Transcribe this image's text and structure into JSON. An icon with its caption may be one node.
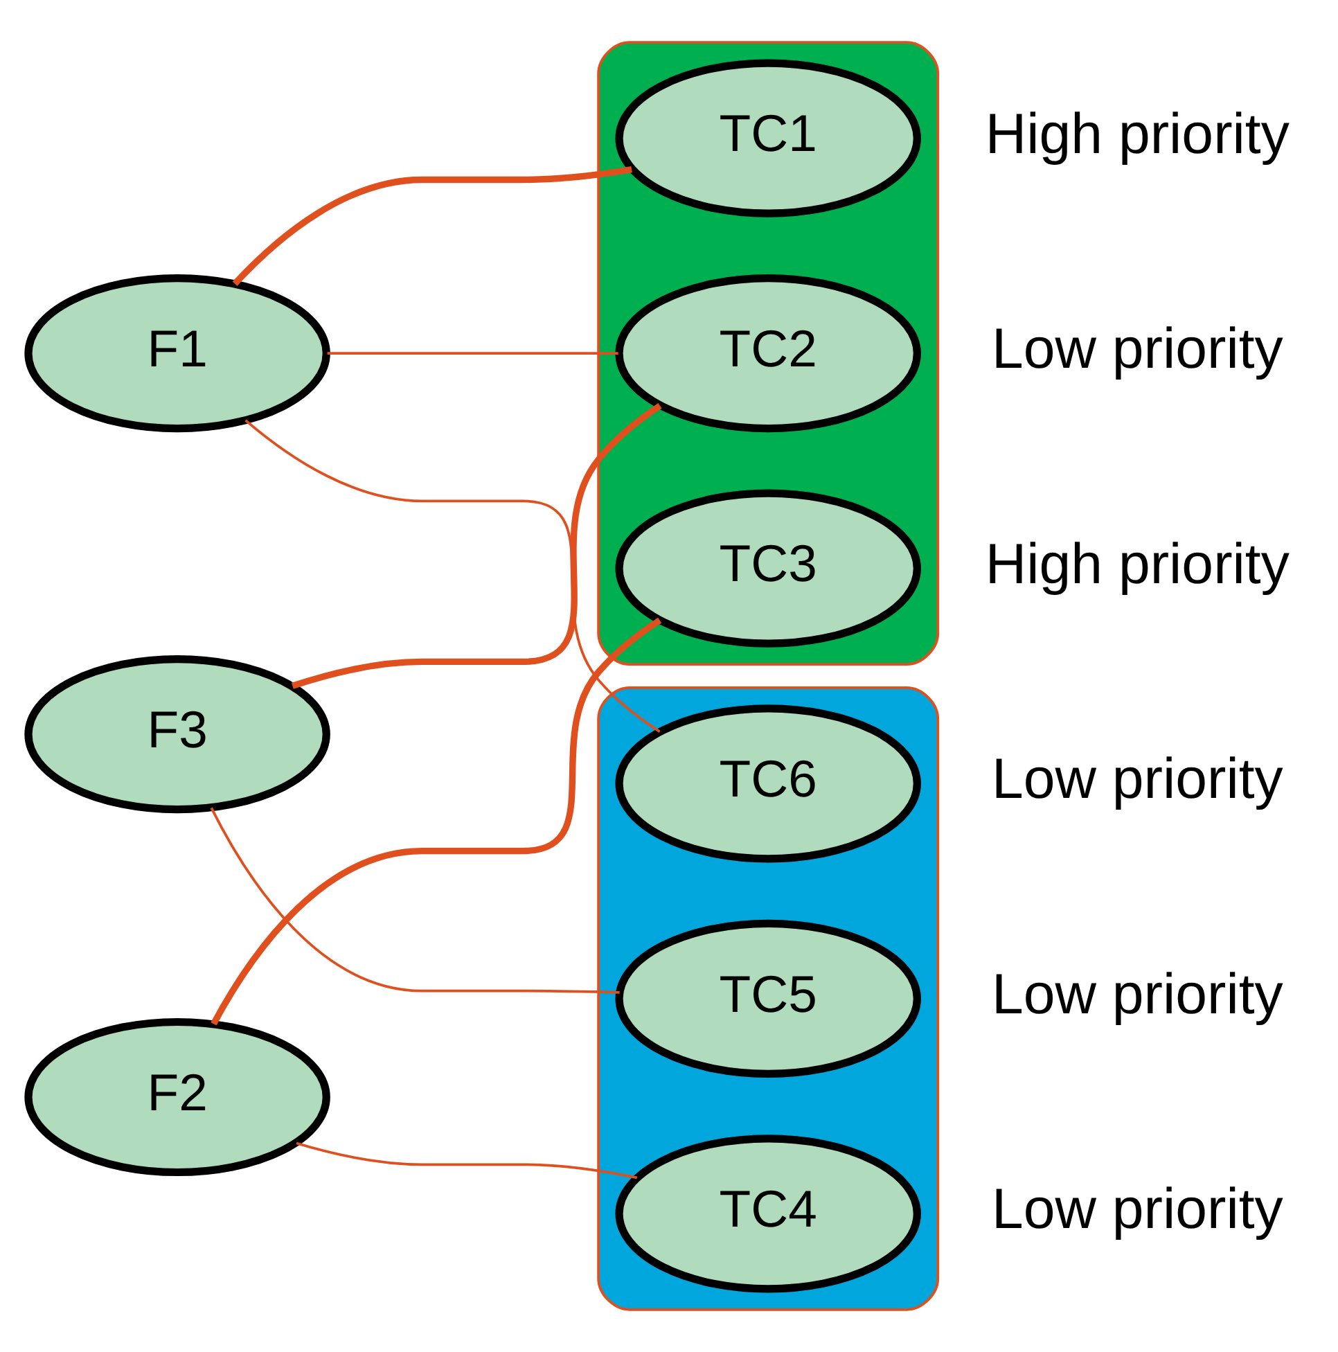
{
  "diagram": {
    "nodes": [
      {
        "text": [
          "F1"
        ]
      },
      {
        "text": [
          "F2"
        ]
      },
      {
        "text": [
          "F3"
        ]
      },
      {
        "text": [],
        "shape": "ellipse"
      },
      {
        "text": [
          "TC1"
        ],
        "in": 3,
        "beside": [
          "High priority"
        ]
      },
      {
        "text": [
          "TC2"
        ],
        "in": 3,
        "beside": [
          "Low priority"
        ]
      },
      {
        "text": [
          "TC3"
        ],
        "in": 3,
        "beside": [
          "High priority"
        ]
      },
      {
        "text": [],
        "shape": "ellipse"
      },
      {
        "text": [
          "TC4"
        ],
        "in": 7,
        "beside": [
          "Low priority"
        ]
      },
      {
        "text": [
          "TC5"
        ],
        "in": 7,
        "beside": [
          "Low priority"
        ]
      },
      {
        "text": [
          "TC6"
        ],
        "in": 7,
        "beside": [
          "Low priority"
        ]
      }
    ],
    "edges": [
      {
        "from": 0,
        "to": 4,
        "arrow": "none",
        "style": "thick"
      },
      {
        "from": 0,
        "to": 5,
        "arrow": "none"
      },
      {
        "from": 0,
        "to": 10,
        "arrow": "none"
      },
      {
        "from": 1,
        "to": 6,
        "arrow": "none",
        "style": "thick"
      },
      {
        "from": 1,
        "to": 8,
        "arrow": "none"
      },
      {
        "from": 2,
        "to": 5,
        "arrow": "none",
        "style": "thick"
      },
      {
        "from": 2,
        "to": 9,
        "arrow": "none"
      }
    ]
  }
}
